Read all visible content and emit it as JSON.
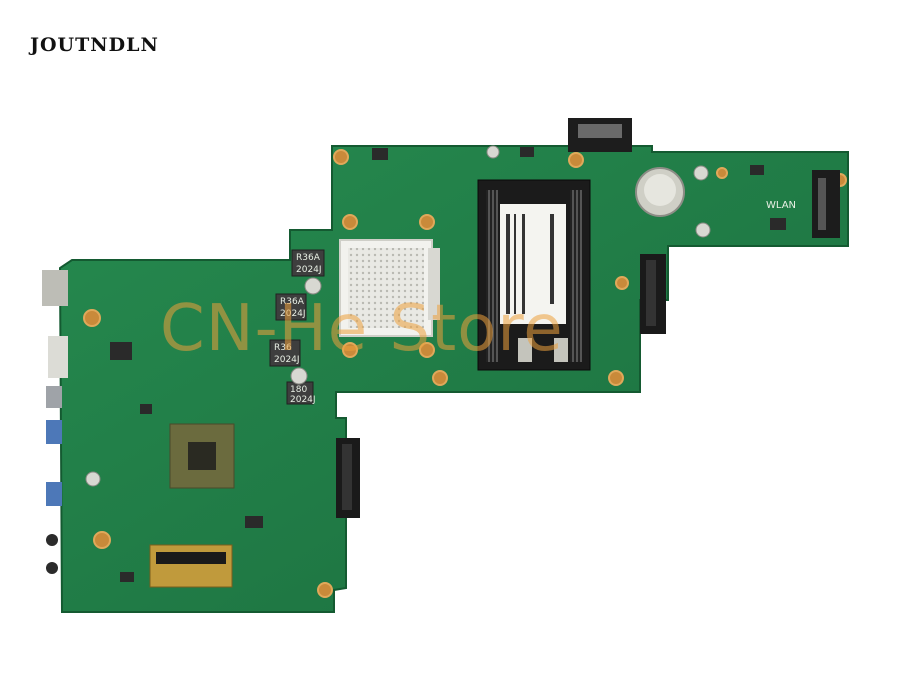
{
  "brand": {
    "text": "JOUTNDLN"
  },
  "watermark": {
    "text": "CN-He Store"
  },
  "board": {
    "pcb_color": "#1f7a45",
    "pcb_dark": "#176236",
    "labels": {
      "wlan": "WLAN",
      "inductor_1": "R36A",
      "inductor_1_sub": "2024J",
      "inductor_2": "R36A",
      "inductor_2_sub": "2024J",
      "inductor_3": "R36",
      "inductor_3_sub": "2024J",
      "inductor_4": "180",
      "inductor_4_sub": "2024J"
    }
  }
}
